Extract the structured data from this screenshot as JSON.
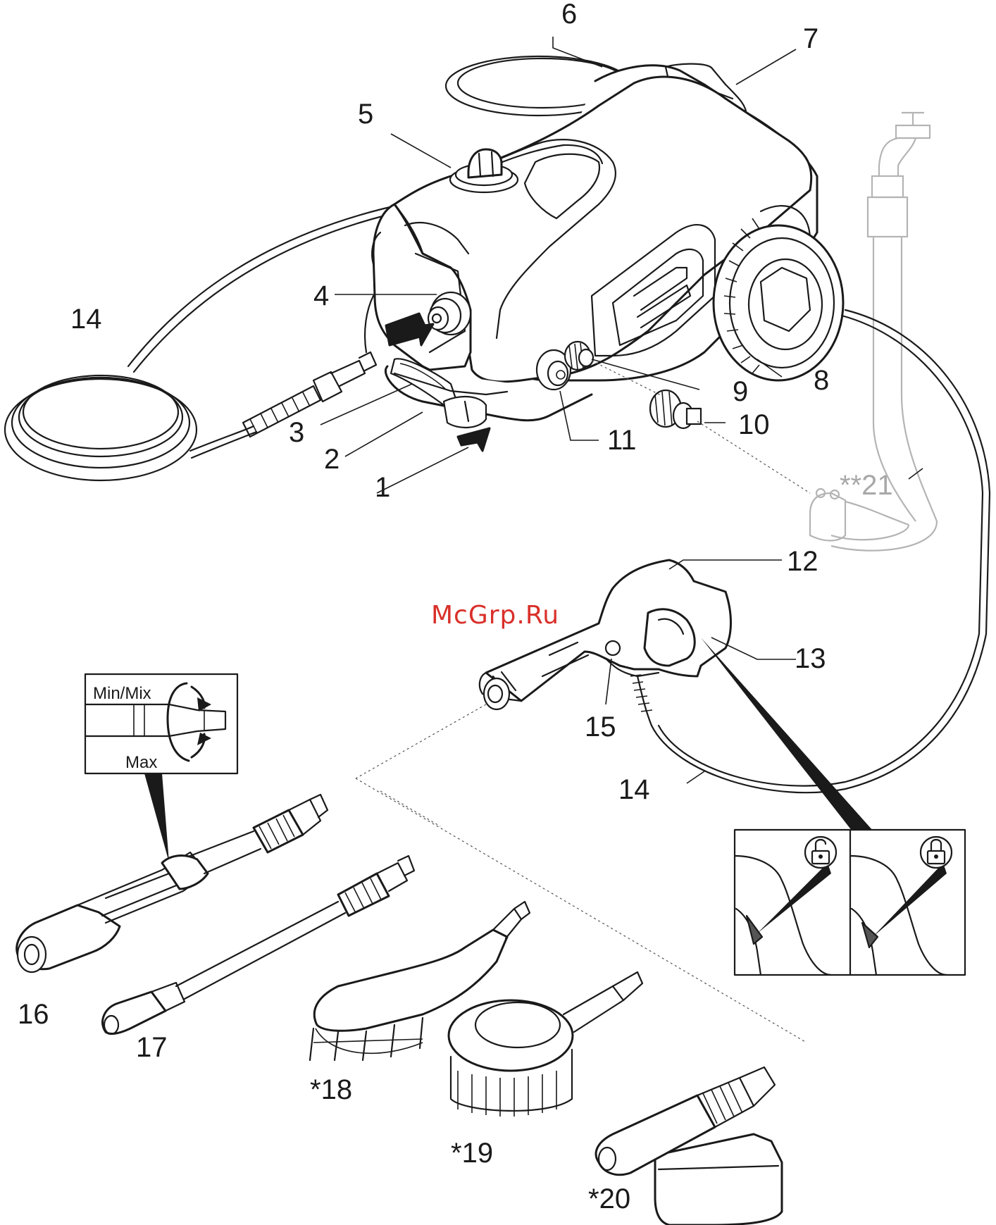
{
  "labels": {
    "l1": "1",
    "l2": "2",
    "l3": "3",
    "l4": "4",
    "l5": "5",
    "l6": "6",
    "l7": "7",
    "l8": "8",
    "l9": "9",
    "l10": "10",
    "l11": "11",
    "l12": "12",
    "l13": "13",
    "l14a": "14",
    "l14b": "14",
    "l15": "15",
    "l16": "16",
    "l17": "17",
    "l18": "*18",
    "l19": "*19",
    "l20": "*20",
    "l21": "**21"
  },
  "inset": {
    "min_mix": "Min/Mix",
    "max": "Max"
  },
  "watermark": "McGrp.Ru",
  "icons": [
    "rotation-arrows-icon",
    "unlocked-padlock-icon",
    "locked-padlock-icon"
  ],
  "colors": {
    "line": "#1a1a1a",
    "faded": "#a8a8a8",
    "watermark": "#d9302a"
  }
}
